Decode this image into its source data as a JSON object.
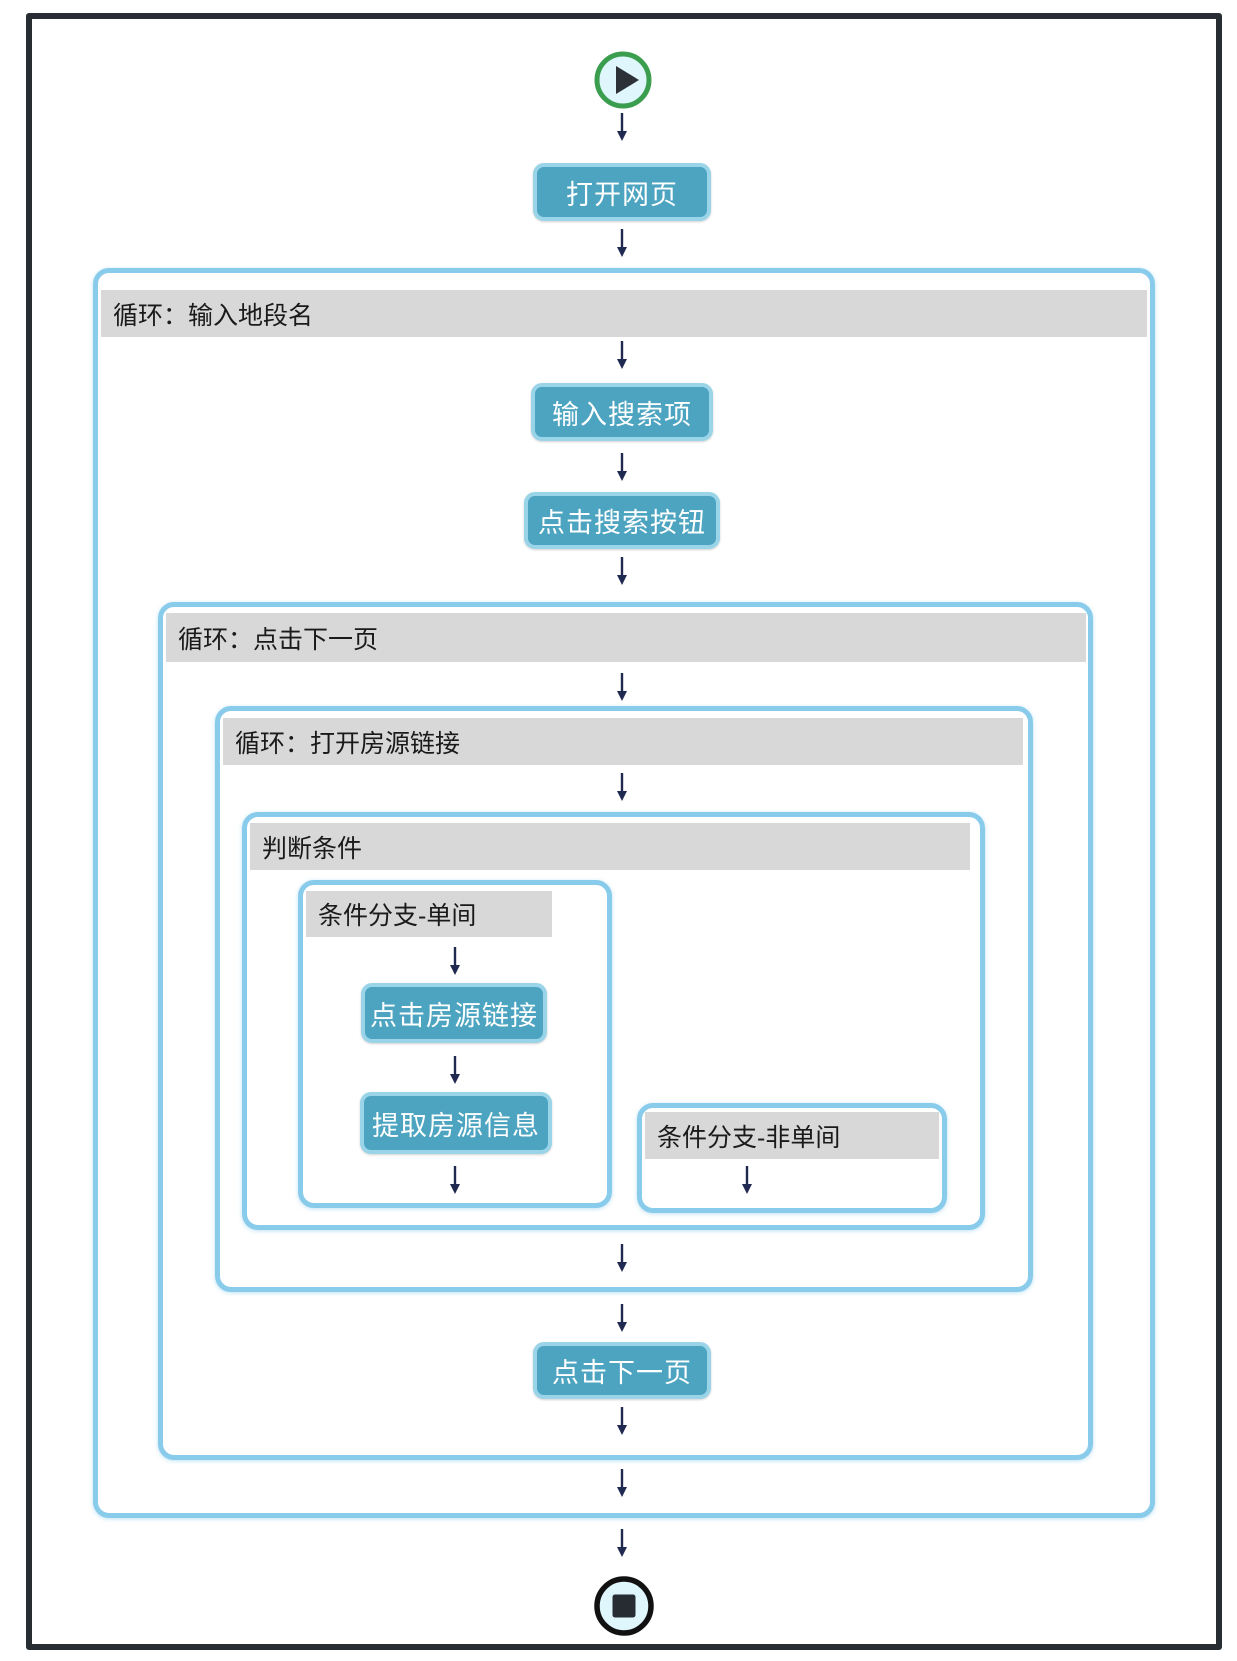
{
  "workflow": {
    "steps": {
      "open_webpage": "打开网页",
      "input_search_term": "输入搜索项",
      "click_search_button": "点击搜索按钮",
      "click_listing_link": "点击房源链接",
      "extract_listing_info": "提取房源信息",
      "click_next_page": "点击下一页"
    },
    "loops": {
      "outer_label": "循环：输入地段名",
      "pager_label": "循环：点击下一页",
      "listing_label": "循环：打开房源链接"
    },
    "condition": {
      "label": "判断条件",
      "branch_single": "条件分支-单间",
      "branch_non_single": "条件分支-非单间"
    },
    "icons": {
      "start": "play-icon",
      "end": "stop-icon"
    },
    "colors": {
      "frame_border": "#282c33",
      "container_border": "#89cbea",
      "header_bg": "#d8d8d8",
      "header_text": "#1a1a1a",
      "button_bg": "#4ca4c0",
      "button_border": "#9ad4e8",
      "button_text": "#ffffff",
      "arrow": "#20294f",
      "start_ring": "#3b9e4e",
      "end_ring": "#111111",
      "icon_fill": "#def6fc",
      "icon_glyph": "#2c3037"
    }
  }
}
